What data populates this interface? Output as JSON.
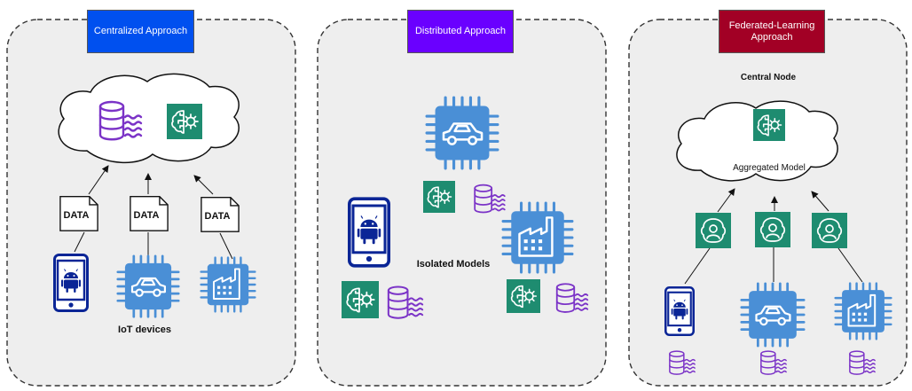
{
  "panels": {
    "centralized": {
      "title": "Centralized Approach",
      "title_color": "#0050EF",
      "data_labels": [
        "DATA",
        "DATA",
        "DATA"
      ],
      "devices_label": "IoT devices"
    },
    "distributed": {
      "title": "Distributed Approach",
      "title_color": "#6A00FF",
      "models_label": "Isolated Models"
    },
    "federated": {
      "title_line1": "Federated-Learning",
      "title_line2": "Approach",
      "title_color": "#A20025",
      "central_node_label": "Central Node",
      "aggregated_model_label": "Aggregated Model"
    }
  },
  "colors": {
    "panel_fill": "#EEEEEE",
    "ml_icon": "#1E8C70",
    "chip": "#4A8FD6",
    "phone": "#0A2596",
    "database": "#7B33C7"
  },
  "icons": [
    "database-stream-icon",
    "ml-brain-gear-icon",
    "android-phone-icon",
    "car-chip-icon",
    "factory-chip-icon",
    "federated-model-icon"
  ]
}
